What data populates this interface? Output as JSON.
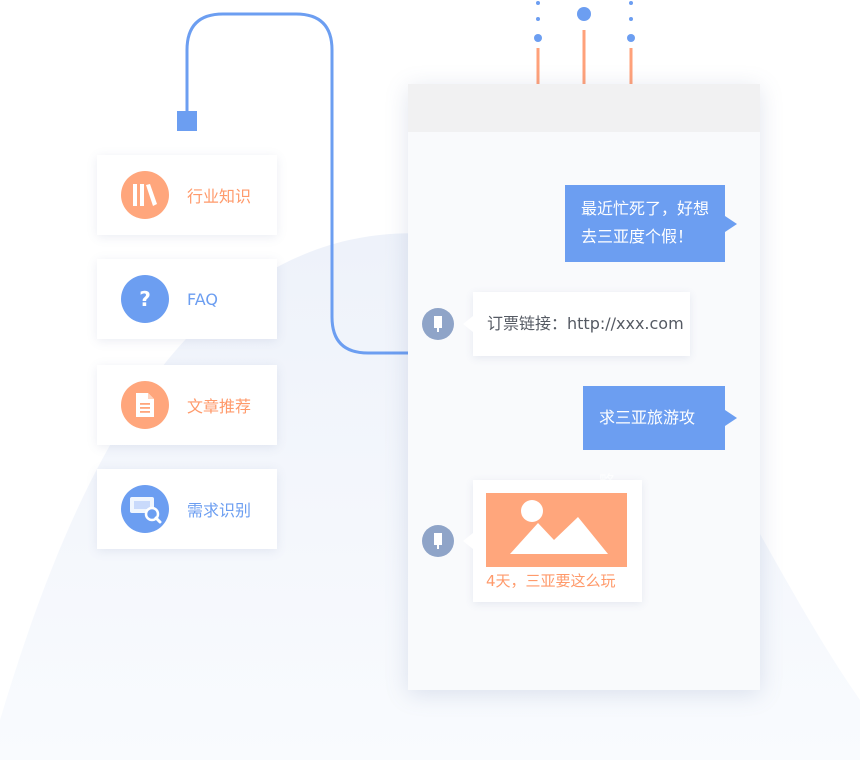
{
  "features": [
    {
      "label": "行业知识",
      "icon": "books-icon",
      "color": "#ffa67c"
    },
    {
      "label": "FAQ",
      "icon": "question-icon",
      "glyph": "?",
      "color": "#6c9ef1"
    },
    {
      "label": "文章推荐",
      "icon": "document-icon",
      "color": "#ffa67c"
    },
    {
      "label": "需求识别",
      "icon": "screen-search-icon",
      "color": "#6c9ef1"
    }
  ],
  "chat": {
    "messages": [
      {
        "sender": "user",
        "lines": [
          "最近忙死了，好想",
          "去三亚度个假！"
        ]
      },
      {
        "sender": "bot",
        "text": "订票链接：http://xxx.com"
      },
      {
        "sender": "user",
        "text": "求三亚旅游攻略"
      },
      {
        "sender": "bot",
        "type": "image-card",
        "image_icon": "mountain-image-icon",
        "caption": "4天，三亚要这么玩"
      }
    ]
  },
  "colors": {
    "accent_blue": "#6c9ef1",
    "accent_orange": "#ffa67c",
    "connector_orange": "#ffa17a"
  }
}
